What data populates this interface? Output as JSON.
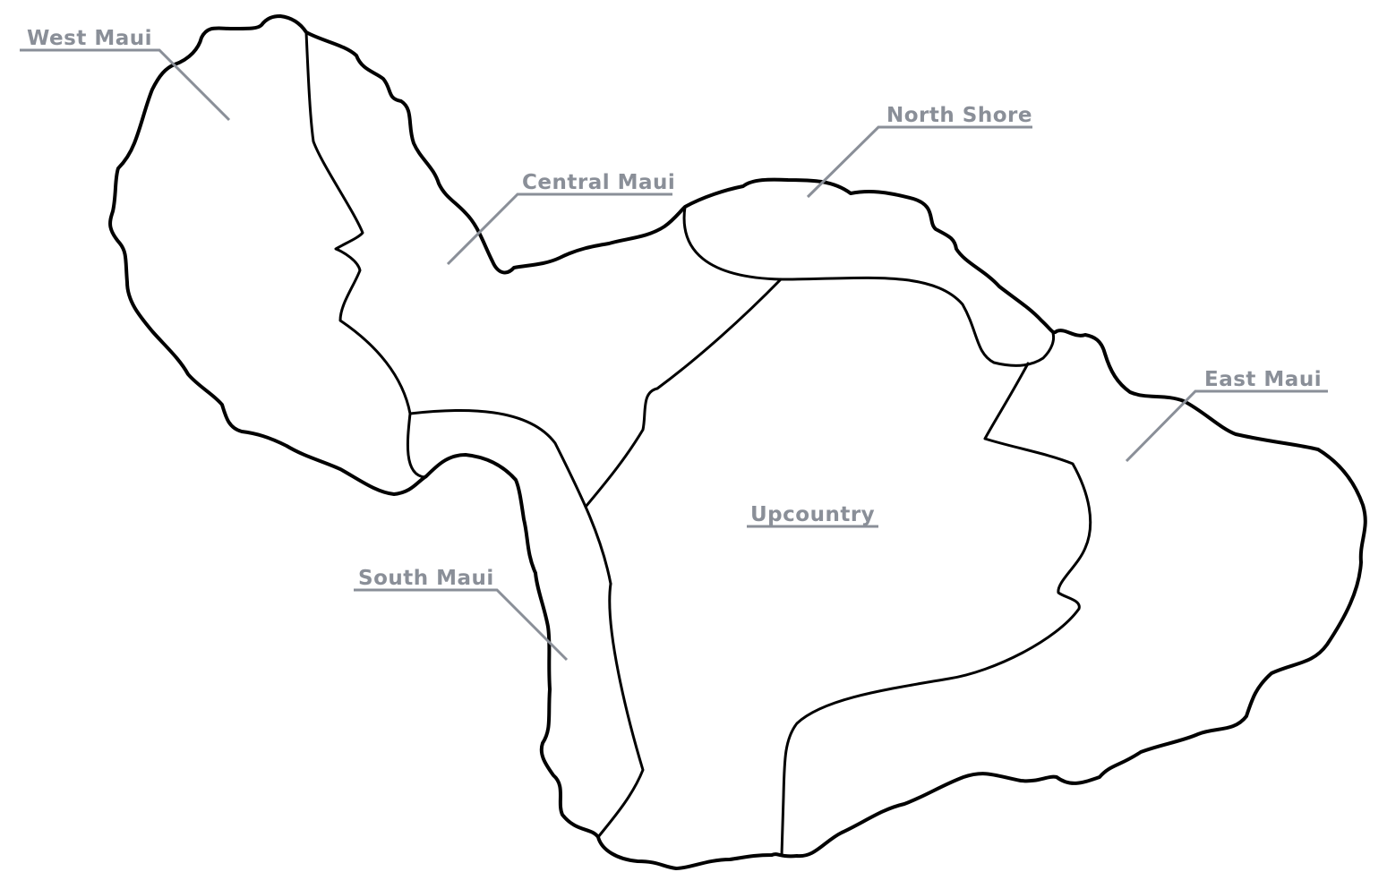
{
  "map": {
    "regions": [
      {
        "id": "west-maui",
        "label": "West Maui"
      },
      {
        "id": "central-maui",
        "label": "Central Maui"
      },
      {
        "id": "north-shore",
        "label": "North Shore"
      },
      {
        "id": "east-maui",
        "label": "East Maui"
      },
      {
        "id": "upcountry",
        "label": "Upcountry"
      },
      {
        "id": "south-maui",
        "label": "South Maui"
      }
    ],
    "colors": {
      "outline": "#000000",
      "label": "#8a8f98",
      "background": "#ffffff"
    }
  }
}
